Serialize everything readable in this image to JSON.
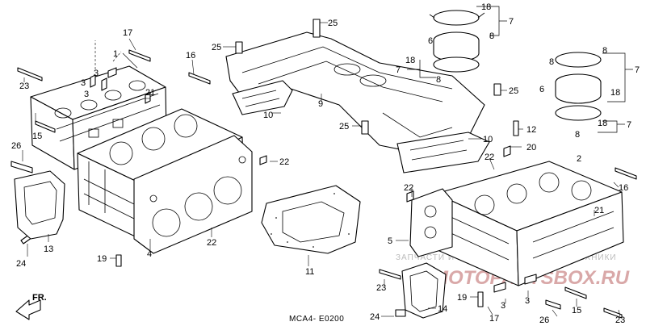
{
  "diagram": {
    "diagram_code": "MCA4- E0200",
    "direction_label": "FR.",
    "watermark": {
      "line1": "ЗАПЧАСТИ И АКСЕССУАРЫ ДЛЯ МОТОТЕХНИКИ",
      "line2": "MOTOPARTSBOX.RU"
    },
    "callouts": [
      {
        "n": "1"
      },
      {
        "n": "3"
      },
      {
        "n": "3"
      },
      {
        "n": "3"
      },
      {
        "n": "17"
      },
      {
        "n": "16"
      },
      {
        "n": "25"
      },
      {
        "n": "25"
      },
      {
        "n": "23"
      },
      {
        "n": "15"
      },
      {
        "n": "21"
      },
      {
        "n": "26"
      },
      {
        "n": "13"
      },
      {
        "n": "24"
      },
      {
        "n": "19"
      },
      {
        "n": "4"
      },
      {
        "n": "22"
      },
      {
        "n": "22"
      },
      {
        "n": "10"
      },
      {
        "n": "9"
      },
      {
        "n": "11"
      },
      {
        "n": "18"
      },
      {
        "n": "7"
      },
      {
        "n": "6"
      },
      {
        "n": "8"
      },
      {
        "n": "7"
      },
      {
        "n": "18"
      },
      {
        "n": "8"
      },
      {
        "n": "25"
      },
      {
        "n": "25"
      },
      {
        "n": "10"
      },
      {
        "n": "12"
      },
      {
        "n": "20"
      },
      {
        "n": "22"
      },
      {
        "n": "2"
      },
      {
        "n": "8"
      },
      {
        "n": "7"
      },
      {
        "n": "8"
      },
      {
        "n": "6"
      },
      {
        "n": "18"
      },
      {
        "n": "18"
      },
      {
        "n": "7"
      },
      {
        "n": "8"
      },
      {
        "n": "16"
      },
      {
        "n": "22"
      },
      {
        "n": "21"
      },
      {
        "n": "5"
      },
      {
        "n": "23"
      },
      {
        "n": "14"
      },
      {
        "n": "24"
      },
      {
        "n": "19"
      },
      {
        "n": "17"
      },
      {
        "n": "3"
      },
      {
        "n": "3"
      },
      {
        "n": "26"
      },
      {
        "n": "15"
      },
      {
        "n": "23"
      }
    ]
  }
}
